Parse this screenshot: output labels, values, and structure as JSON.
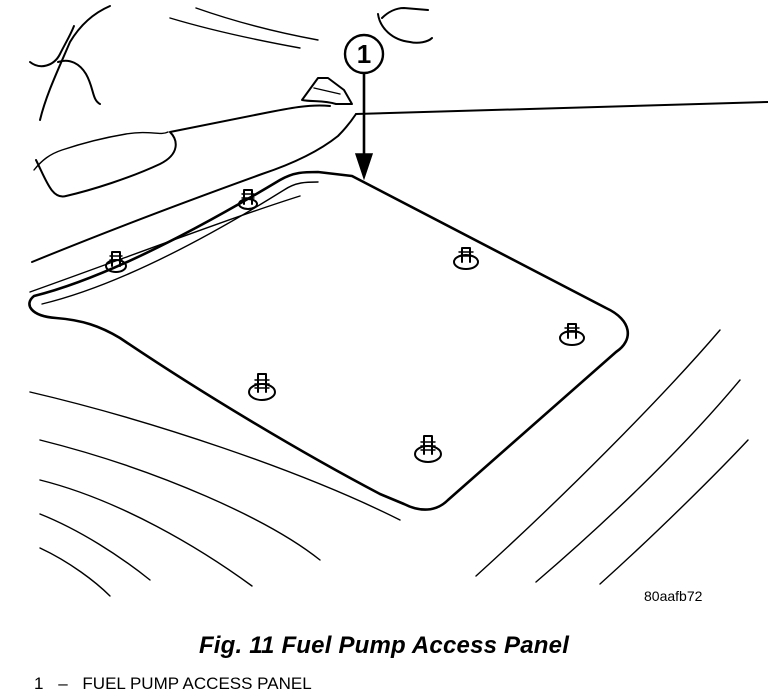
{
  "figure": {
    "callout_number": "1",
    "reference_code": "80aafb72",
    "caption": "Fig. 11 Fuel Pump Access Panel"
  },
  "legend": [
    {
      "number": "1",
      "separator": "–",
      "label": "FUEL PUMP ACCESS PANEL"
    }
  ],
  "icons": {
    "studs": "mounting-stud-icon",
    "arrow": "pointer-arrow-icon"
  }
}
